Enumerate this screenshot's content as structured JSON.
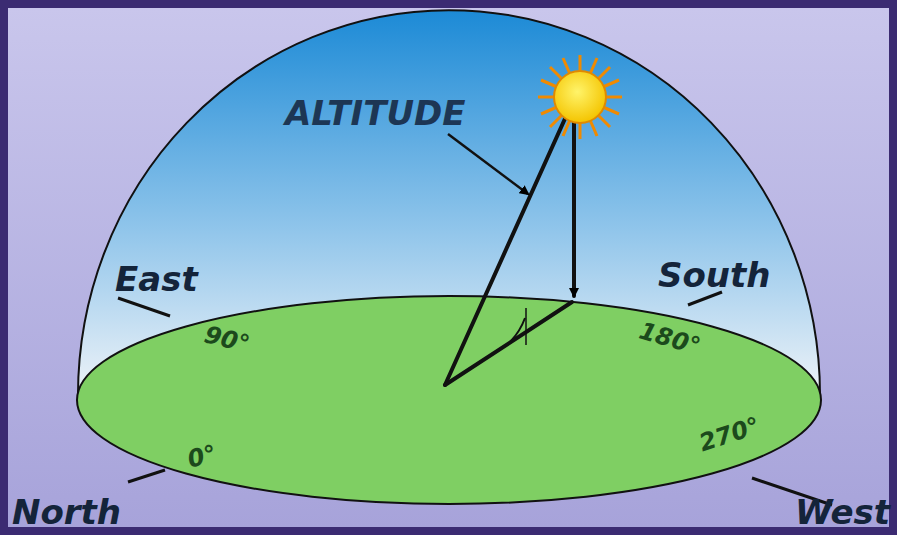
{
  "diagram": {
    "labels": [
      "ALTITUDE",
      "East",
      "South",
      "North",
      "West",
      "90°",
      "180°",
      "0°",
      "270°"
    ]
  }
}
